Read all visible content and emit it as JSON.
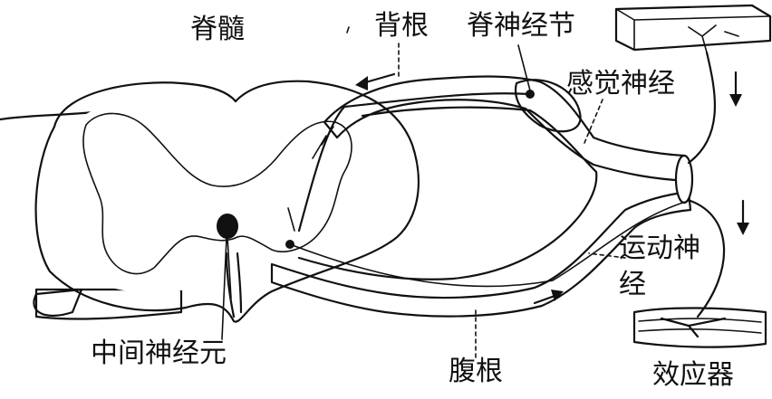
{
  "diagram": {
    "labels": {
      "spinal_cord": "脊髓",
      "dorsal_root": "背根",
      "spinal_ganglion": "脊神经节",
      "sensory_nerve": "感觉神经",
      "motor_nerve_line1": "运动神",
      "motor_nerve_line2": "经",
      "interneuron": "中间神经元",
      "ventral_root": "腹根",
      "effector": "效应器"
    }
  }
}
